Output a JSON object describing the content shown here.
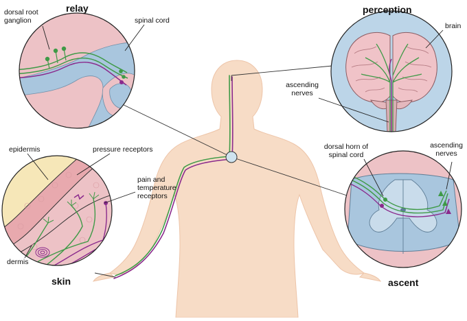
{
  "titles": {
    "relay": "relay",
    "perception": "perception",
    "skin": "skin",
    "ascent": "ascent"
  },
  "labels": {
    "dorsal_root_ganglion_1": "dorsal root",
    "dorsal_root_ganglion_2": "ganglion",
    "spinal_cord": "spinal cord",
    "brain": "brain",
    "ascending_nerves_brain_1": "ascending",
    "ascending_nerves_brain_2": "nerves",
    "epidermis": "epidermis",
    "pressure_receptors": "pressure receptors",
    "pain_temp_1": "pain and",
    "pain_temp_2": "temperature",
    "pain_temp_3": "receptors",
    "dermis": "dermis",
    "dorsal_horn_1": "dorsal horn of",
    "dorsal_horn_2": "spinal cord",
    "ascending_nerves_cord_1": "ascending",
    "ascending_nerves_cord_2": "nerves"
  },
  "colors": {
    "body": "#f7dcc6",
    "nerve_green": "#3f9a47",
    "nerve_purple": "#8a2a8c",
    "spinal_blue": "#a9c6de",
    "tissue_pink": "#edc2c6",
    "brain_pink": "#f0c3c8",
    "skin_yellow": "#f6e7b8"
  }
}
